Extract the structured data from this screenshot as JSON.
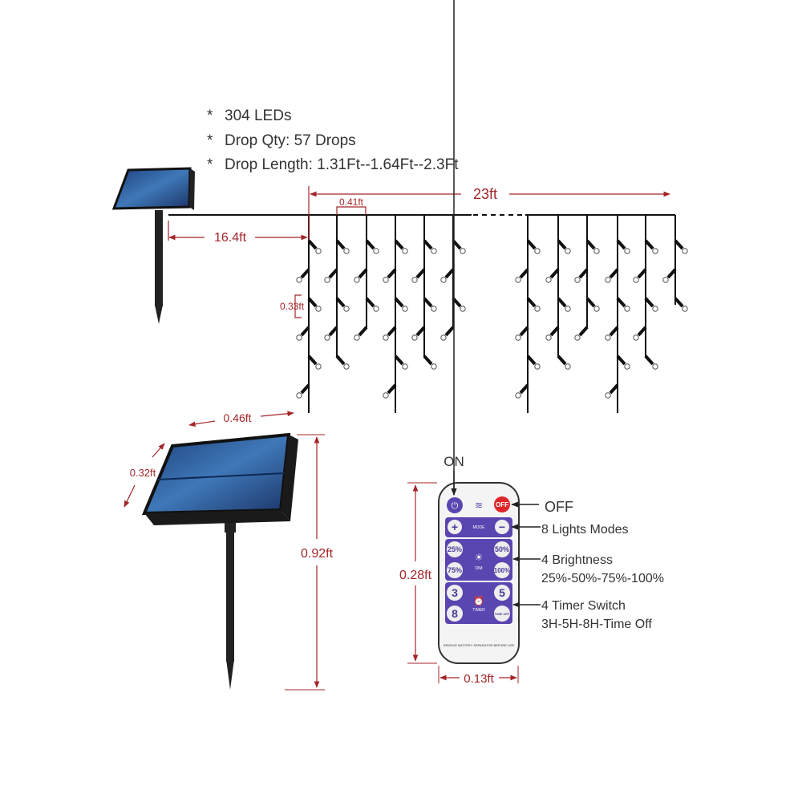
{
  "specs": {
    "leds": "304 LEDs",
    "drop_qty": "Drop Qty:  57 Drops",
    "drop_length": "Drop Length: 1.31Ft--1.64Ft--2.3Ft",
    "bullet": "*"
  },
  "dimensions": {
    "total_length": "23ft",
    "drop_spacing": "0.41ft",
    "lead_cable": "16.4ft",
    "led_spacing": "0.33ft",
    "panel_width": "0.46ft",
    "panel_depth": "0.32ft",
    "stake_height": "0.92ft",
    "remote_height": "0.28ft",
    "remote_width": "0.13ft"
  },
  "remote": {
    "on_label": "ON",
    "off_label": "OFF",
    "off_button": "OFF",
    "mode_label": "MODE",
    "plus": "+",
    "minus": "−",
    "dim_label": "DIM",
    "b25": "25%",
    "b50": "50%",
    "b75": "75%",
    "b100": "100%",
    "t3": "3",
    "t5": "5",
    "t8": "8",
    "toff": "TIME OFF",
    "timer_label": "TIMER",
    "footer": "REMOVE BATTERY SEPARATOR BEFORE USE",
    "modes_callout": "8 Lights Modes",
    "brightness_callout": "4 Brightness",
    "brightness_values": "25%-50%-75%-100%",
    "timer_callout": "4 Timer Switch",
    "timer_values": "3H-5H-8H-Time Off",
    "accent": "#5b45b0",
    "off_color": "#e0262b"
  }
}
